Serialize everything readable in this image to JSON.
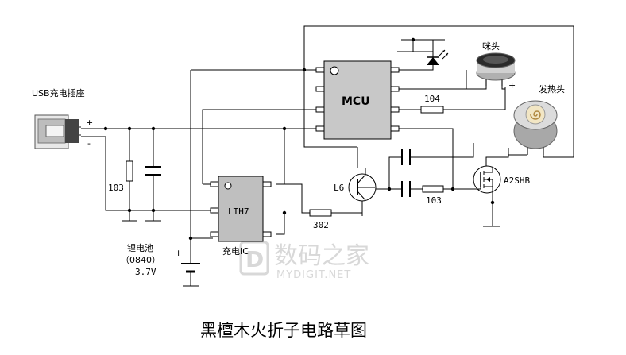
{
  "labels": {
    "usb": "USB充电插座",
    "plus": "+",
    "minus": "-",
    "cap103": "103",
    "battery": "锂电池",
    "battery_model": "（0840）",
    "battery_voltage": "3.7V",
    "battery_plus": "+",
    "lth7": "LTH7",
    "charge_ic": "充电IC",
    "mcu": "MCU",
    "r104": "104",
    "r302": "302",
    "l6": "L6",
    "r103b": "103",
    "mosfet": "A2SHB",
    "mic": "咪头",
    "mic_plus": "+",
    "heater": "发热头"
  },
  "title": "黑檀木火折子电路草图",
  "watermark": {
    "cn": "数码之家",
    "en": "MYDIGIT.NET"
  }
}
